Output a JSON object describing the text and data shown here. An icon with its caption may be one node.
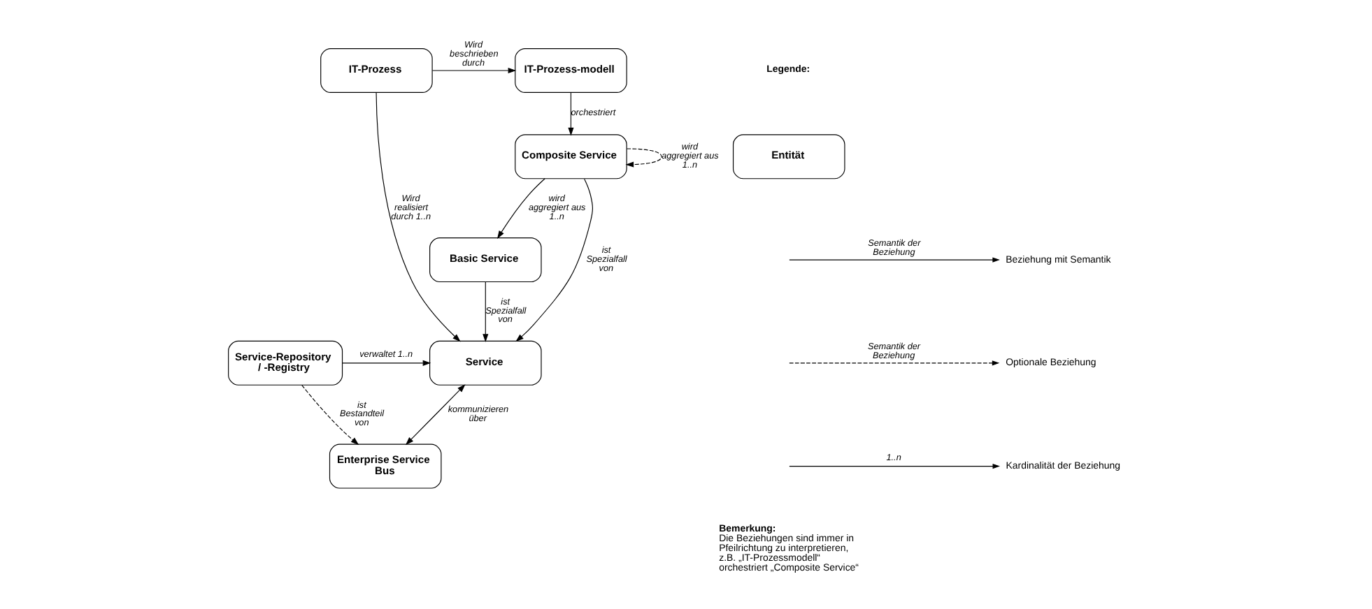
{
  "diagram": {
    "nodes": [
      {
        "text": [
          "IT-Prozess"
        ]
      },
      {
        "text": [
          "IT-Prozess-modell"
        ]
      },
      {
        "text": [
          "Composite Service"
        ]
      },
      {
        "text": [
          "Service-Repository / -Registry"
        ]
      },
      {
        "text": [
          "Service"
        ]
      },
      {
        "text": [
          "Basic Service"
        ]
      },
      {
        "text": [
          "Enterprise Service Bus"
        ]
      },
      {
        "text": [
          "Entität"
        ]
      }
    ],
    "edges": [
      {
        "from": 0,
        "to": 1,
        "arrow": "to",
        "label": "Wird beschrieben durch"
      },
      {
        "from": 0,
        "to": 4,
        "arrow": "to",
        "label": "Wird realisiert durch 1..n"
      },
      {
        "from": 1,
        "to": 2,
        "arrow": "to",
        "label": "orchestriert"
      },
      {
        "from": 2,
        "to": 2,
        "arrow": "to",
        "label": "wird aggregiert aus 1..n",
        "style": "dashed"
      },
      {
        "from": 2,
        "to": 4,
        "arrow": "to",
        "label": "ist Spezialfall von"
      },
      {
        "from": 2,
        "to": 5,
        "arrow": "to",
        "label": "wird aggregiert aus 1..n"
      },
      {
        "from": 3,
        "to": 4,
        "arrow": "to",
        "label": "verwaltet 1..n"
      },
      {
        "from": 3,
        "to": 6,
        "arrow": "to",
        "label": "ist Bestandteil von",
        "style": "dashed"
      },
      {
        "from": 5,
        "to": 4,
        "arrow": "to",
        "label": "ist Spezialfall von"
      },
      {
        "from": 4,
        "to": 6,
        "arrow": "both",
        "label": "kommunizieren über"
      }
    ],
    "labels": [
      "Legende:",
      "Semantik der Beziehung",
      "Semantik der Beziehung",
      "1..n",
      "Bemerkung:",
      "Die Beziehungen sind immer in Pfeilrichtung zu interpretieren, z.B. „IT-Prozessmodell“ orchestriert „Composite Service“"
    ],
    "legend": [
      {
        "text": "Beziehung mit Semantik"
      },
      {
        "text": "Optionale Beziehung"
      },
      {
        "text": "Kardinalität der Beziehung"
      }
    ]
  }
}
